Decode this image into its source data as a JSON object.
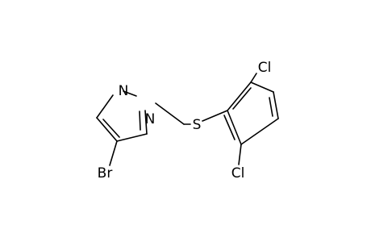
{
  "molecule": {
    "atoms": {
      "n2": "N",
      "n1": "N",
      "s": "S",
      "cl1": "Cl",
      "cl2": "Cl",
      "br": "Br"
    }
  }
}
